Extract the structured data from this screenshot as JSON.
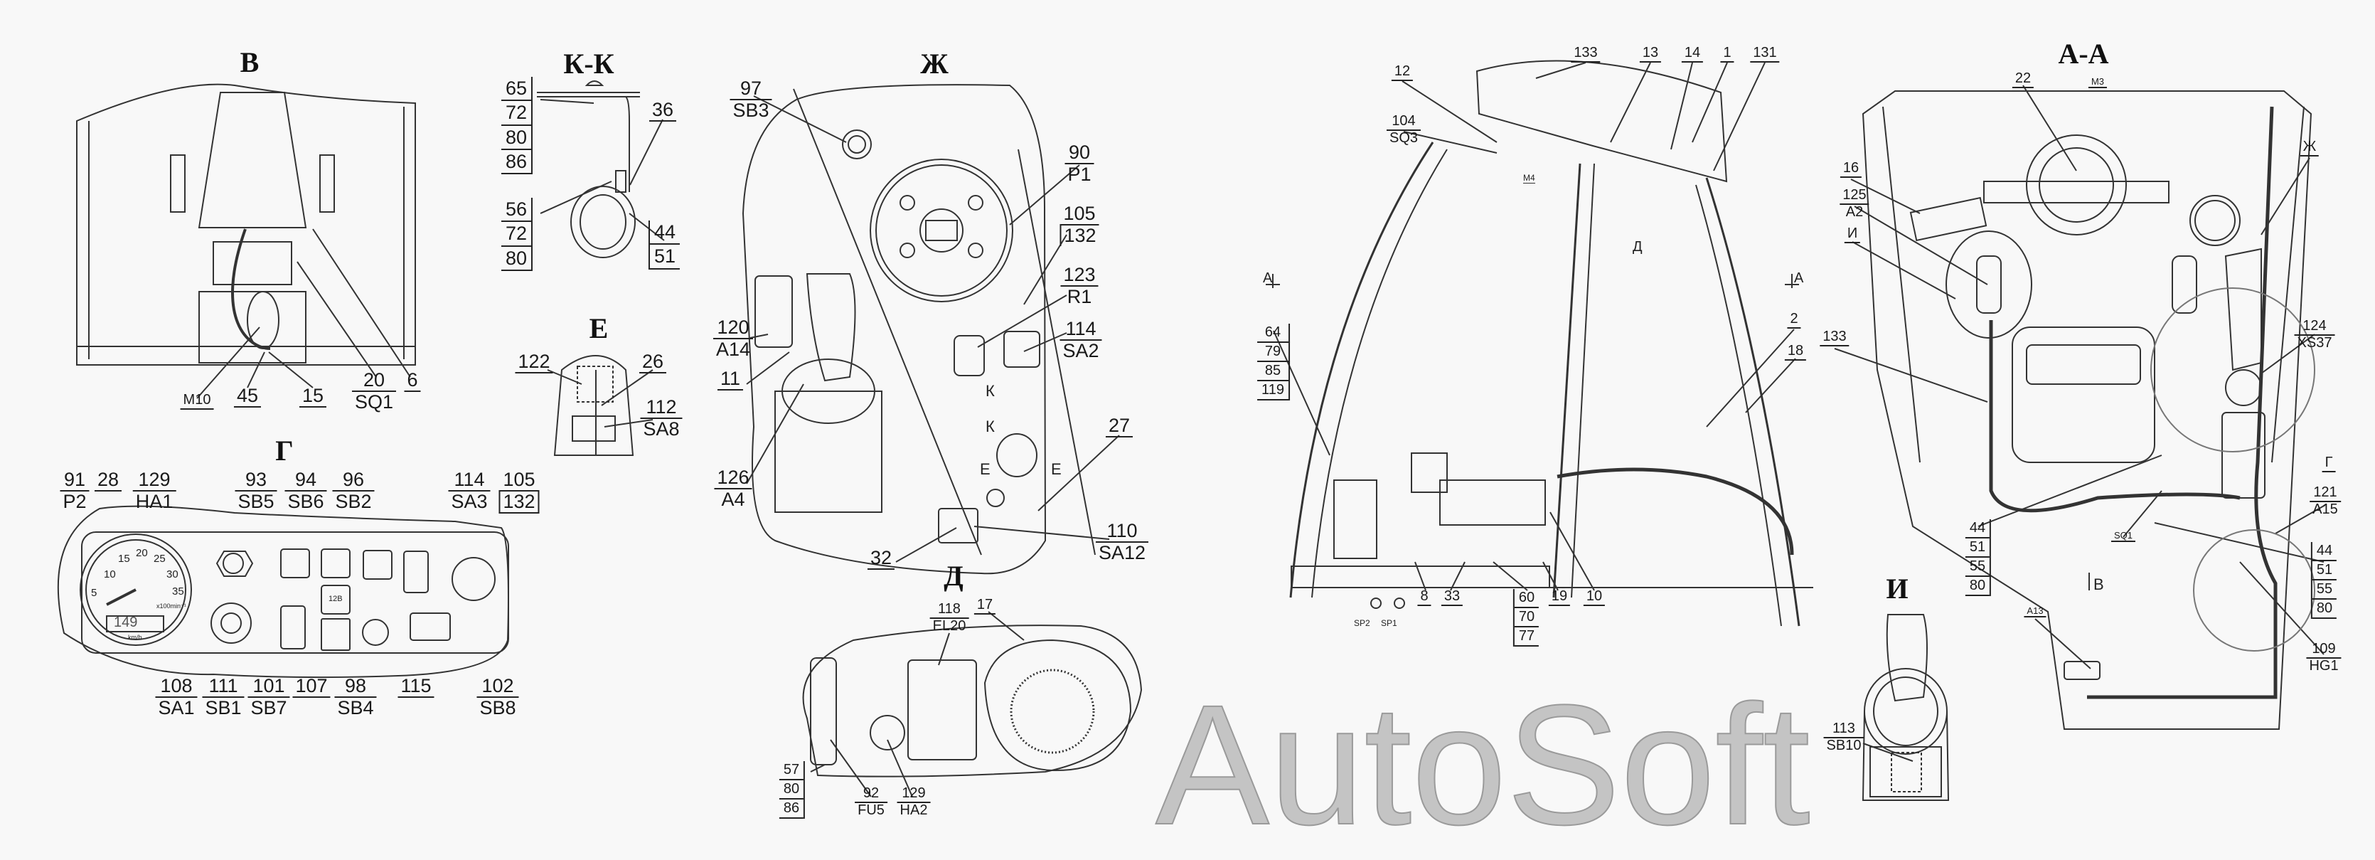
{
  "watermark": "AutoSoft",
  "v": {
    "title": "В",
    "c": [
      {
        "n": "45"
      },
      {
        "n": "15"
      },
      {
        "n": "20",
        "s": "SQ1"
      },
      {
        "n": "6"
      }
    ],
    "thread": "M10"
  },
  "kk": {
    "title": "К-К",
    "stack1": [
      "65",
      "72",
      "80",
      "86"
    ],
    "c36": "36",
    "stack2": [
      "56",
      "72",
      "80"
    ],
    "stack3": [
      "44",
      "51"
    ]
  },
  "e": {
    "title": "Е",
    "c": [
      {
        "n": "122"
      },
      {
        "n": "26"
      },
      {
        "n": "112",
        "s": "SA8"
      }
    ]
  },
  "g": {
    "title": "Г",
    "c": [
      {
        "n": "91",
        "s": "P2"
      },
      {
        "n": "28"
      },
      {
        "n": "129",
        "s": "HA1"
      },
      {
        "n": "93",
        "s": "SB5"
      },
      {
        "n": "94",
        "s": "SB6"
      },
      {
        "n": "96",
        "s": "SB2"
      },
      {
        "n": "114",
        "s": "SA3"
      },
      {
        "n": "105",
        "s": "132"
      },
      {
        "n": "108",
        "s": "SA1"
      },
      {
        "n": "111",
        "s": "SB1"
      },
      {
        "n": "101",
        "s": "SB7"
      },
      {
        "n": "107"
      },
      {
        "n": "98",
        "s": "SB4"
      },
      {
        "n": "115"
      },
      {
        "n": "102",
        "s": "SB8"
      }
    ],
    "gauge": {
      "ticks": [
        "5",
        "10",
        "15",
        "20",
        "25",
        "30",
        "35"
      ],
      "unit": "x100min⁻¹",
      "odometer": "149",
      "speed_unit": "km/h"
    },
    "sb7_symbol": "12В"
  },
  "zh": {
    "title": "Ж",
    "c": [
      {
        "n": "97",
        "s": "SB3"
      },
      {
        "n": "90",
        "s": "P1"
      },
      {
        "n": "105",
        "s": "132"
      },
      {
        "n": "123",
        "s": "R1"
      },
      {
        "n": "114",
        "s": "SA2"
      },
      {
        "n": "27"
      },
      {
        "n": "110",
        "s": "SA12"
      },
      {
        "n": "32"
      },
      {
        "n": "120",
        "s": "A14"
      },
      {
        "n": "11"
      },
      {
        "n": "126",
        "s": "A4"
      }
    ],
    "section_marks": [
      "К",
      "К",
      "Е",
      "Е"
    ]
  },
  "d": {
    "title": "Д",
    "c": [
      {
        "n": "118",
        "s": "EL20"
      },
      {
        "n": "17"
      },
      {
        "n": "92",
        "s": "FU5"
      },
      {
        "n": "129",
        "s": "HA2"
      }
    ],
    "stack": [
      "57",
      "80",
      "86"
    ]
  },
  "side": {
    "c": [
      {
        "n": "133"
      },
      {
        "n": "13"
      },
      {
        "n": "14"
      },
      {
        "n": "1"
      },
      {
        "n": "131"
      },
      {
        "n": "12"
      },
      {
        "n": "104",
        "s": "SQ3"
      },
      {
        "n": "2"
      },
      {
        "n": "18"
      },
      {
        "n": "8"
      },
      {
        "n": "33"
      },
      {
        "n": "19"
      },
      {
        "n": "10"
      }
    ],
    "stack_left": [
      "64",
      "79",
      "85",
      "119"
    ],
    "stack_bottom": [
      "60",
      "70",
      "77"
    ],
    "m4": "M4",
    "view_arrow": "Д",
    "section_left": "А",
    "section_right": "А",
    "sp2": "SP2",
    "sp1": "SP1"
  },
  "aa": {
    "title": "А-А",
    "c": [
      {
        "n": "22"
      },
      {
        "n": "M3"
      },
      {
        "n": "16"
      },
      {
        "n": "125",
        "s": "A2"
      },
      {
        "n": "И"
      },
      {
        "n": "Ж"
      },
      {
        "n": "124",
        "s": "XS37"
      },
      {
        "n": "133"
      },
      {
        "n": "SQ1"
      },
      {
        "n": "Г"
      },
      {
        "n": "121",
        "s": "A15"
      },
      {
        "n": "109",
        "s": "HG1"
      },
      {
        "n": "A13"
      }
    ],
    "stack_left": [
      "44",
      "51",
      "55",
      "80"
    ],
    "stack_right": [
      "44",
      "51",
      "55",
      "80"
    ],
    "view_arrow": "В"
  },
  "i": {
    "title": "И",
    "c": [
      {
        "n": "113",
        "s": "SB10"
      }
    ]
  }
}
